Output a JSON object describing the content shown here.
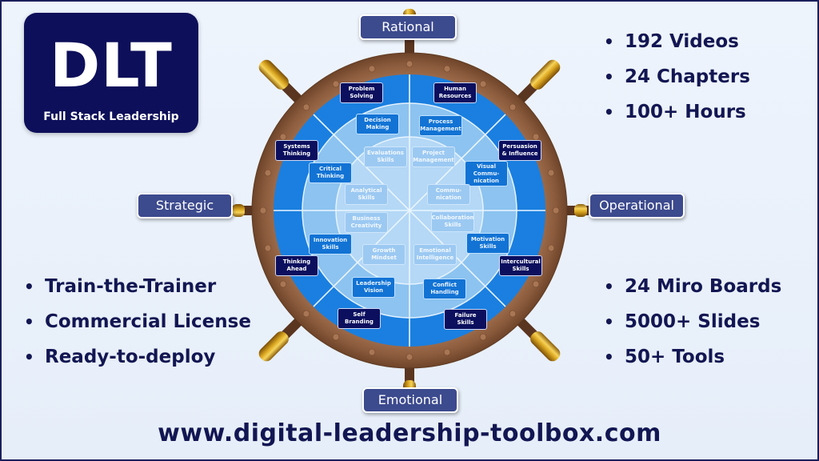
{
  "logo": {
    "title": "DLT",
    "subtitle": "Full Stack Leadership"
  },
  "stats_top_right": [
    "192 Videos",
    "24 Chapters",
    "100+ Hours"
  ],
  "features_bottom_left": [
    "Train-the-Trainer",
    "Commercial License",
    "Ready-to-deploy"
  ],
  "assets_bottom_right": [
    "24 Miro Boards",
    "5000+ Slides",
    "50+ Tools"
  ],
  "url": "www.digital-leadership-toolbox.com",
  "dimensions": {
    "top": "Rational",
    "left": "Strategic",
    "right": "Operational",
    "bottom": "Emotional"
  },
  "wheel": {
    "outer_ring": [
      "Problem Solving",
      "Human Resources",
      "Persuasion & Influence",
      "Intercultural Skills",
      "Failure Skills",
      "Self Branding",
      "Thinking Ahead",
      "Systems Thinking"
    ],
    "middle_ring": [
      "Decision Making",
      "Process Management",
      "Visual Commu-nication",
      "Motivation Skills",
      "Conflict Handling",
      "Leadership Vision",
      "Innovation Skills",
      "Critical Thinking"
    ],
    "inner_ring": [
      "Evaluations Skills",
      "Project Management",
      "Commu-nication",
      "Collaboration Skills",
      "Emotional Intelligence",
      "Growth Mindset",
      "Business Creativity",
      "Analytical Skills"
    ]
  },
  "colors": {
    "navy": "#0b0f5e",
    "label_bg": "#3c4a8e",
    "rim": "#8a5a3c",
    "ring_outer": "#1a7fe0",
    "ring_mid": "#8cc3f0",
    "ring_inner": "#b4d8f6",
    "handle_gold": "#d9a520"
  }
}
